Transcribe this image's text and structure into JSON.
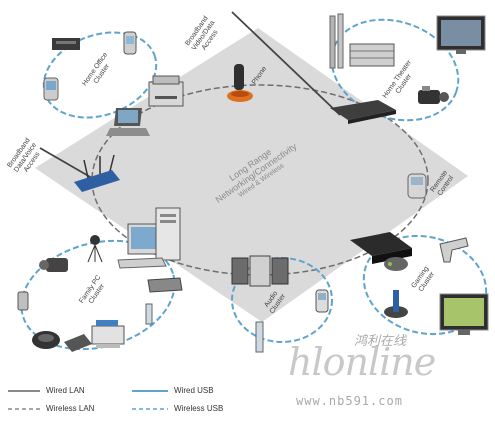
{
  "center": {
    "line1": "Long Range",
    "line2": "Networking/Connectivity",
    "line3": "Wired & Wireless"
  },
  "clusters": {
    "home_office": {
      "line1": "Home Office",
      "line2": "Cluster"
    },
    "home_theater": {
      "line1": "Home Theater",
      "line2": "Cluster"
    },
    "family_pc": {
      "line1": "Family PC",
      "line2": "Cluster"
    },
    "audio": {
      "line1": "Audio",
      "line2": "Cluster"
    },
    "gaming": {
      "line1": "Gaming",
      "line2": "Cluster"
    }
  },
  "nodes": {
    "phone": "Phone",
    "remote": {
      "line1": "Remote",
      "line2": "Control"
    }
  },
  "access": {
    "video": {
      "line1": "Broadband",
      "line2": "Video/Data",
      "line3": "Access"
    },
    "voice": {
      "line1": "Broadband",
      "line2": "Data/Voice",
      "line3": "Access"
    }
  },
  "legend": {
    "wired_lan": "Wired LAN",
    "wireless_lan": "Wireless LAN",
    "wired_usb": "Wired USB",
    "wireless_usb": "Wireless USB"
  },
  "watermark": {
    "cjk": "鸿利在线",
    "logo": "hlonline",
    "url": "www.nb591.com"
  },
  "colors": {
    "lan": "#8a8a8a",
    "usb": "#5fa3cf",
    "diamond": "#d9d9d9"
  }
}
